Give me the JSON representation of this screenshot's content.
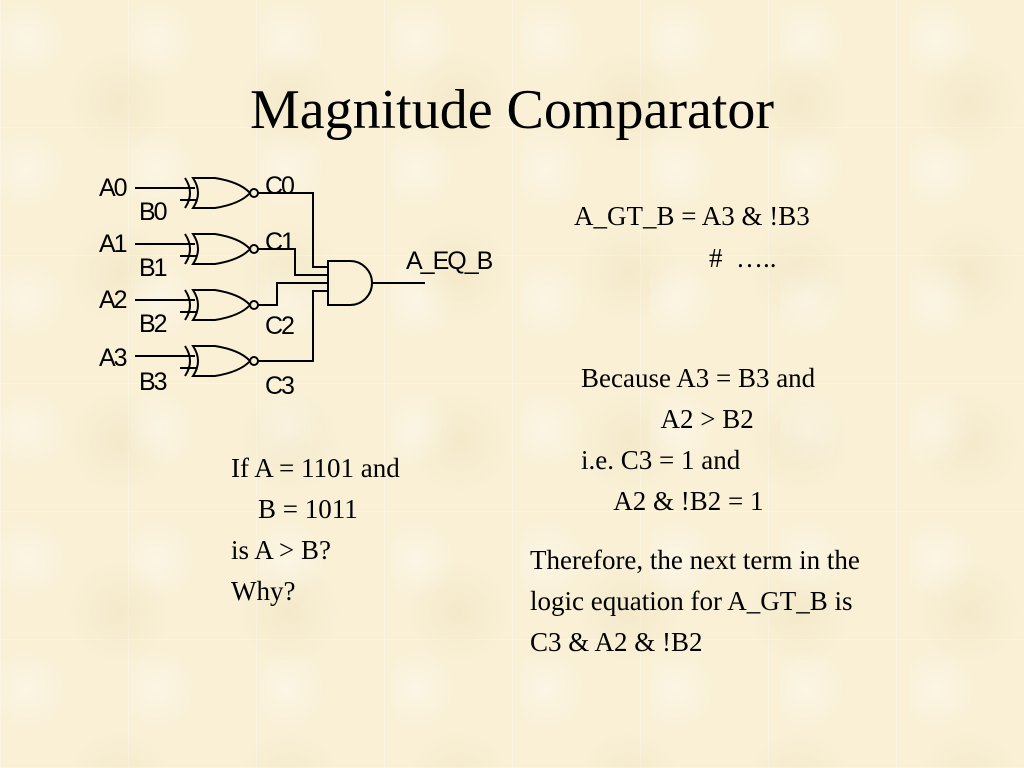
{
  "slide": {
    "title": "Magnitude Comparator"
  },
  "diagram": {
    "inputs": [
      "A0",
      "B0",
      "A1",
      "B1",
      "A2",
      "B2",
      "A3",
      "B3"
    ],
    "outputs": [
      "C0",
      "C1",
      "C2",
      "C3"
    ],
    "final_output": "A_EQ_B"
  },
  "equation": {
    "line1": "A_GT_B = A3 & !B3",
    "line2": "#  ….."
  },
  "question": {
    "lines": [
      "If A = 1101 and",
      "    B = 1011",
      "is A > B?",
      "Why?"
    ]
  },
  "reason": {
    "lines": [
      "Because A3 = B3 and",
      "            A2 > B2",
      "i.e. C3 = 1 and",
      "     A2 & !B2 = 1"
    ]
  },
  "conclusion": {
    "lines": [
      "Therefore, the next term in the",
      "logic equation for A_GT_B is",
      "C3 & A2 & !B2"
    ]
  }
}
